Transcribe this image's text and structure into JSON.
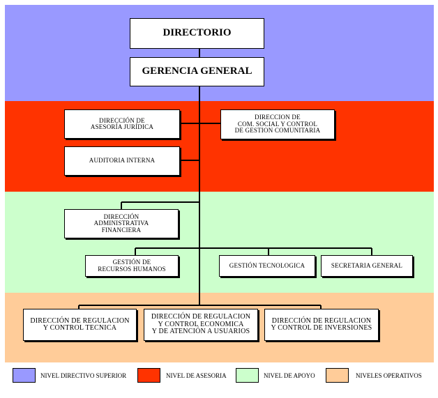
{
  "colors": {
    "directivo": "#9999ff",
    "asesoria": "#ff3300",
    "apoyo": "#ccffcc",
    "operativos": "#ffcc99"
  },
  "nodes": {
    "directorio": "DIRECTORIO",
    "gerencia": "GERENCIA GENERAL",
    "asesoria_juridica": "DIRECCIÓN DE\nASESORÍA JURÍDICA",
    "com_social": "DIRECCION DE\nCOM. SOCIAL Y CONTROL\nDE GESTION COMUNITARIA",
    "auditoria": "AUDITORIA INTERNA",
    "administrativa": "DIRECCIÓN\nADMINISTRATIVA\nFINANCIERA",
    "rrhh": "GESTIÓN DE\nRECURSOS HUMANOS",
    "tecnologica": "GESTIÓN TECNOLOGICA",
    "secretaria": "SECRETARIA GENERAL",
    "reg_tecnica": "DIRECCIÓN DE REGULACION\nY CONTROL TECNICA",
    "reg_economica": "DIRECCIÓN DE REGULACION\nY CONTROL ECONOMICA\nY DE ATENCIÓN A USUARIOS",
    "reg_inversiones": "DIRECCIÓN DE REGULACION\nY CONTROL DE INVERSIONES"
  },
  "legend": [
    {
      "label": "NIVEL DIRECTIVO SUPERIOR",
      "color": "#9999ff"
    },
    {
      "label": "NIVEL DE ASESORIA",
      "color": "#ff3300"
    },
    {
      "label": "NIVEL DE APOYO",
      "color": "#ccffcc"
    },
    {
      "label": "NIVELES OPERATIVOS",
      "color": "#ffcc99"
    }
  ]
}
